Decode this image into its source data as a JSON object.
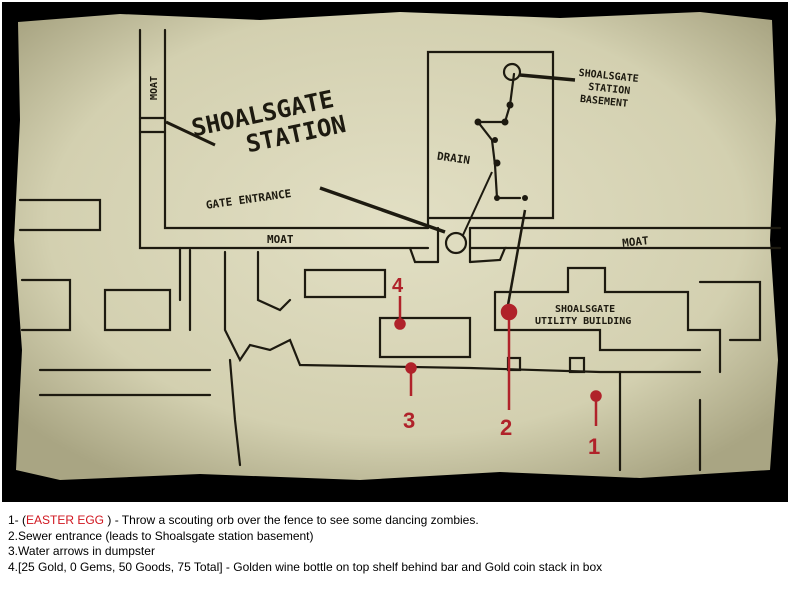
{
  "map": {
    "title_line1": "SHOALSGATE",
    "title_line2": "STATION",
    "labels": {
      "gate_entrance": "GATE ENTRANCE",
      "drain": "DRAIN",
      "basement_1": "SHOALSGATE",
      "basement_2": "STATION",
      "basement_3": "BASEMENT",
      "moat_vertical": "MOAT",
      "moat_left": "MOAT",
      "moat_right": "MOAT",
      "utility_1": "SHOALSGATE",
      "utility_2": "UTILITY BUILDING"
    },
    "markers": [
      "1",
      "2",
      "3",
      "4"
    ],
    "colors": {
      "parchment": "#d9d6b8",
      "ink": "#1d1a10",
      "marker": "#b0222a",
      "border": "#000000"
    }
  },
  "caption": {
    "line1_prefix": "1- (",
    "line1_highlight": "EASTER EGG",
    "line1_suffix": " ) - Throw a scouting orb over the fence to see some dancing zombies.",
    "line2": "2.Sewer entrance (leads to Shoalsgate station basement)",
    "line3": "3.Water arrows in dumpster",
    "line4": "4.[25 Gold, 0 Gems, 50 Goods, 75 Total] - Golden wine bottle on top shelf behind bar and Gold coin stack in box"
  }
}
